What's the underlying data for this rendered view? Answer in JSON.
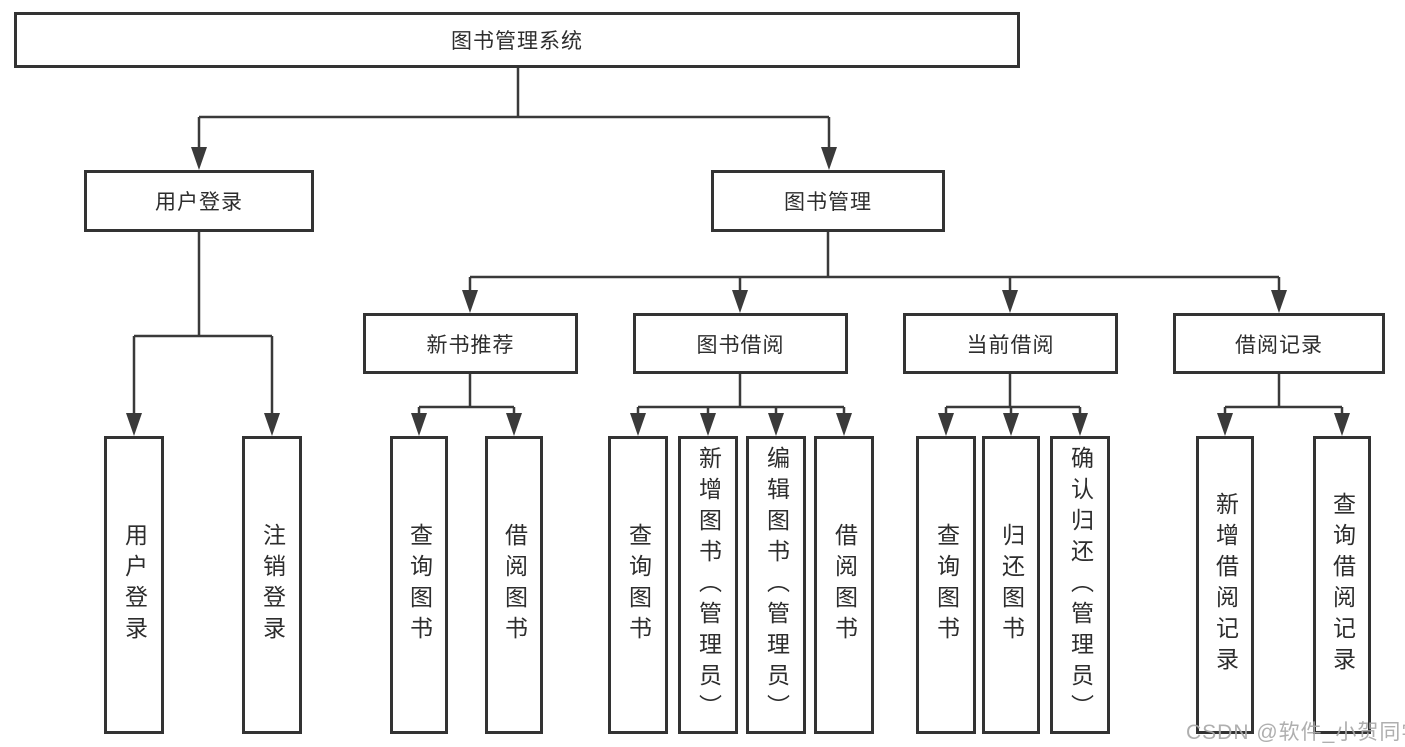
{
  "diagram_title": "图书管理系统",
  "tree": {
    "root": {
      "label": "图书管理系统",
      "children": [
        {
          "label": "用户登录",
          "children": [
            {
              "label": "用户登录"
            },
            {
              "label": "注销登录"
            }
          ]
        },
        {
          "label": "图书管理",
          "children": [
            {
              "label": "新书推荐",
              "children": [
                {
                  "label": "查询图书"
                },
                {
                  "label": "借阅图书"
                }
              ]
            },
            {
              "label": "图书借阅",
              "children": [
                {
                  "label": "查询图书"
                },
                {
                  "label": "新增图书（管理员）"
                },
                {
                  "label": "编辑图书（管理员）"
                },
                {
                  "label": "借阅图书"
                }
              ]
            },
            {
              "label": "当前借阅",
              "children": [
                {
                  "label": "查询图书"
                },
                {
                  "label": "归还图书"
                },
                {
                  "label": "确认归还（管理员）"
                }
              ]
            },
            {
              "label": "借阅记录",
              "children": [
                {
                  "label": "新增借阅记录"
                },
                {
                  "label": "查询借阅记录"
                }
              ]
            }
          ]
        }
      ]
    }
  },
  "watermark": {
    "text": "CSDN @软件_小贺同学"
  },
  "colors": {
    "background": "#ffffff",
    "box_border": "#333333",
    "connector_line": "#3a3a3a",
    "text": "#2d2d2d",
    "watermark_text": "#a8a8a8"
  }
}
